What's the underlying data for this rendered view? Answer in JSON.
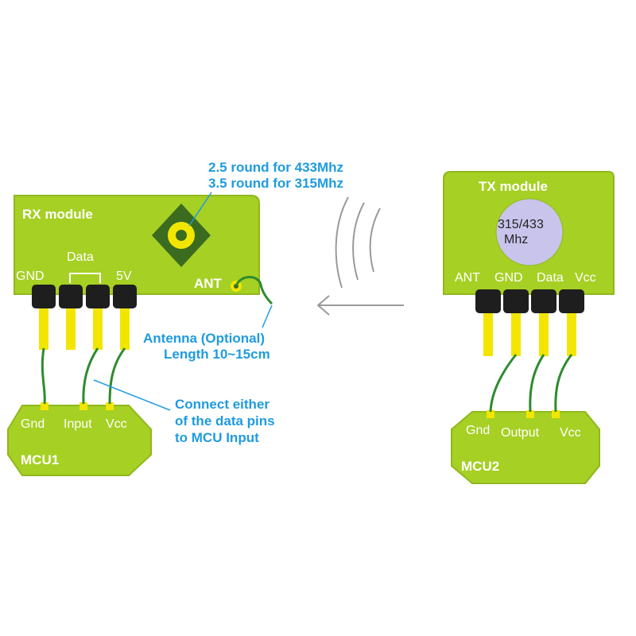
{
  "colors": {
    "board_green": "#A6D024",
    "board_edge": "#8FB81C",
    "pin_header": "#1E1E1E",
    "pin_yellow": "#F2E600",
    "wire_green": "#2E8B2E",
    "note_blue": "#1E9BE0",
    "chip_lilac": "#C9C4EC",
    "arrow_grey": "#9A9A9A",
    "ant_pad": "#3A6B1E",
    "ant_ring": "#F2E600"
  },
  "note_antenna_coil": {
    "line1": "2.5 round for 433Mhz",
    "line2": "3.5 round for 315Mhz"
  },
  "rx_module": {
    "title": "RX module",
    "pin_gnd": "GND",
    "pin_data": "Data",
    "pin_5v": "5V",
    "pin_ant": "ANT"
  },
  "tx_module": {
    "title": "TX module",
    "chip_line1": "315/433",
    "chip_line2": "Mhz",
    "pin_ant": "ANT",
    "pin_gnd": "GND",
    "pin_data": "Data",
    "pin_vcc": "Vcc"
  },
  "note_antenna": {
    "line1": "Antenna (Optional)",
    "line2": "Length 10~15cm"
  },
  "note_data_pins": {
    "line1": "Connect either",
    "line2": "of the data pins",
    "line3": "to MCU Input"
  },
  "mcu1": {
    "title": "MCU1",
    "pin_gnd": "Gnd",
    "pin_input": "Input",
    "pin_vcc": "Vcc"
  },
  "mcu2": {
    "title": "MCU2",
    "pin_gnd": "Gnd",
    "pin_output": "Output",
    "pin_vcc": "Vcc"
  }
}
